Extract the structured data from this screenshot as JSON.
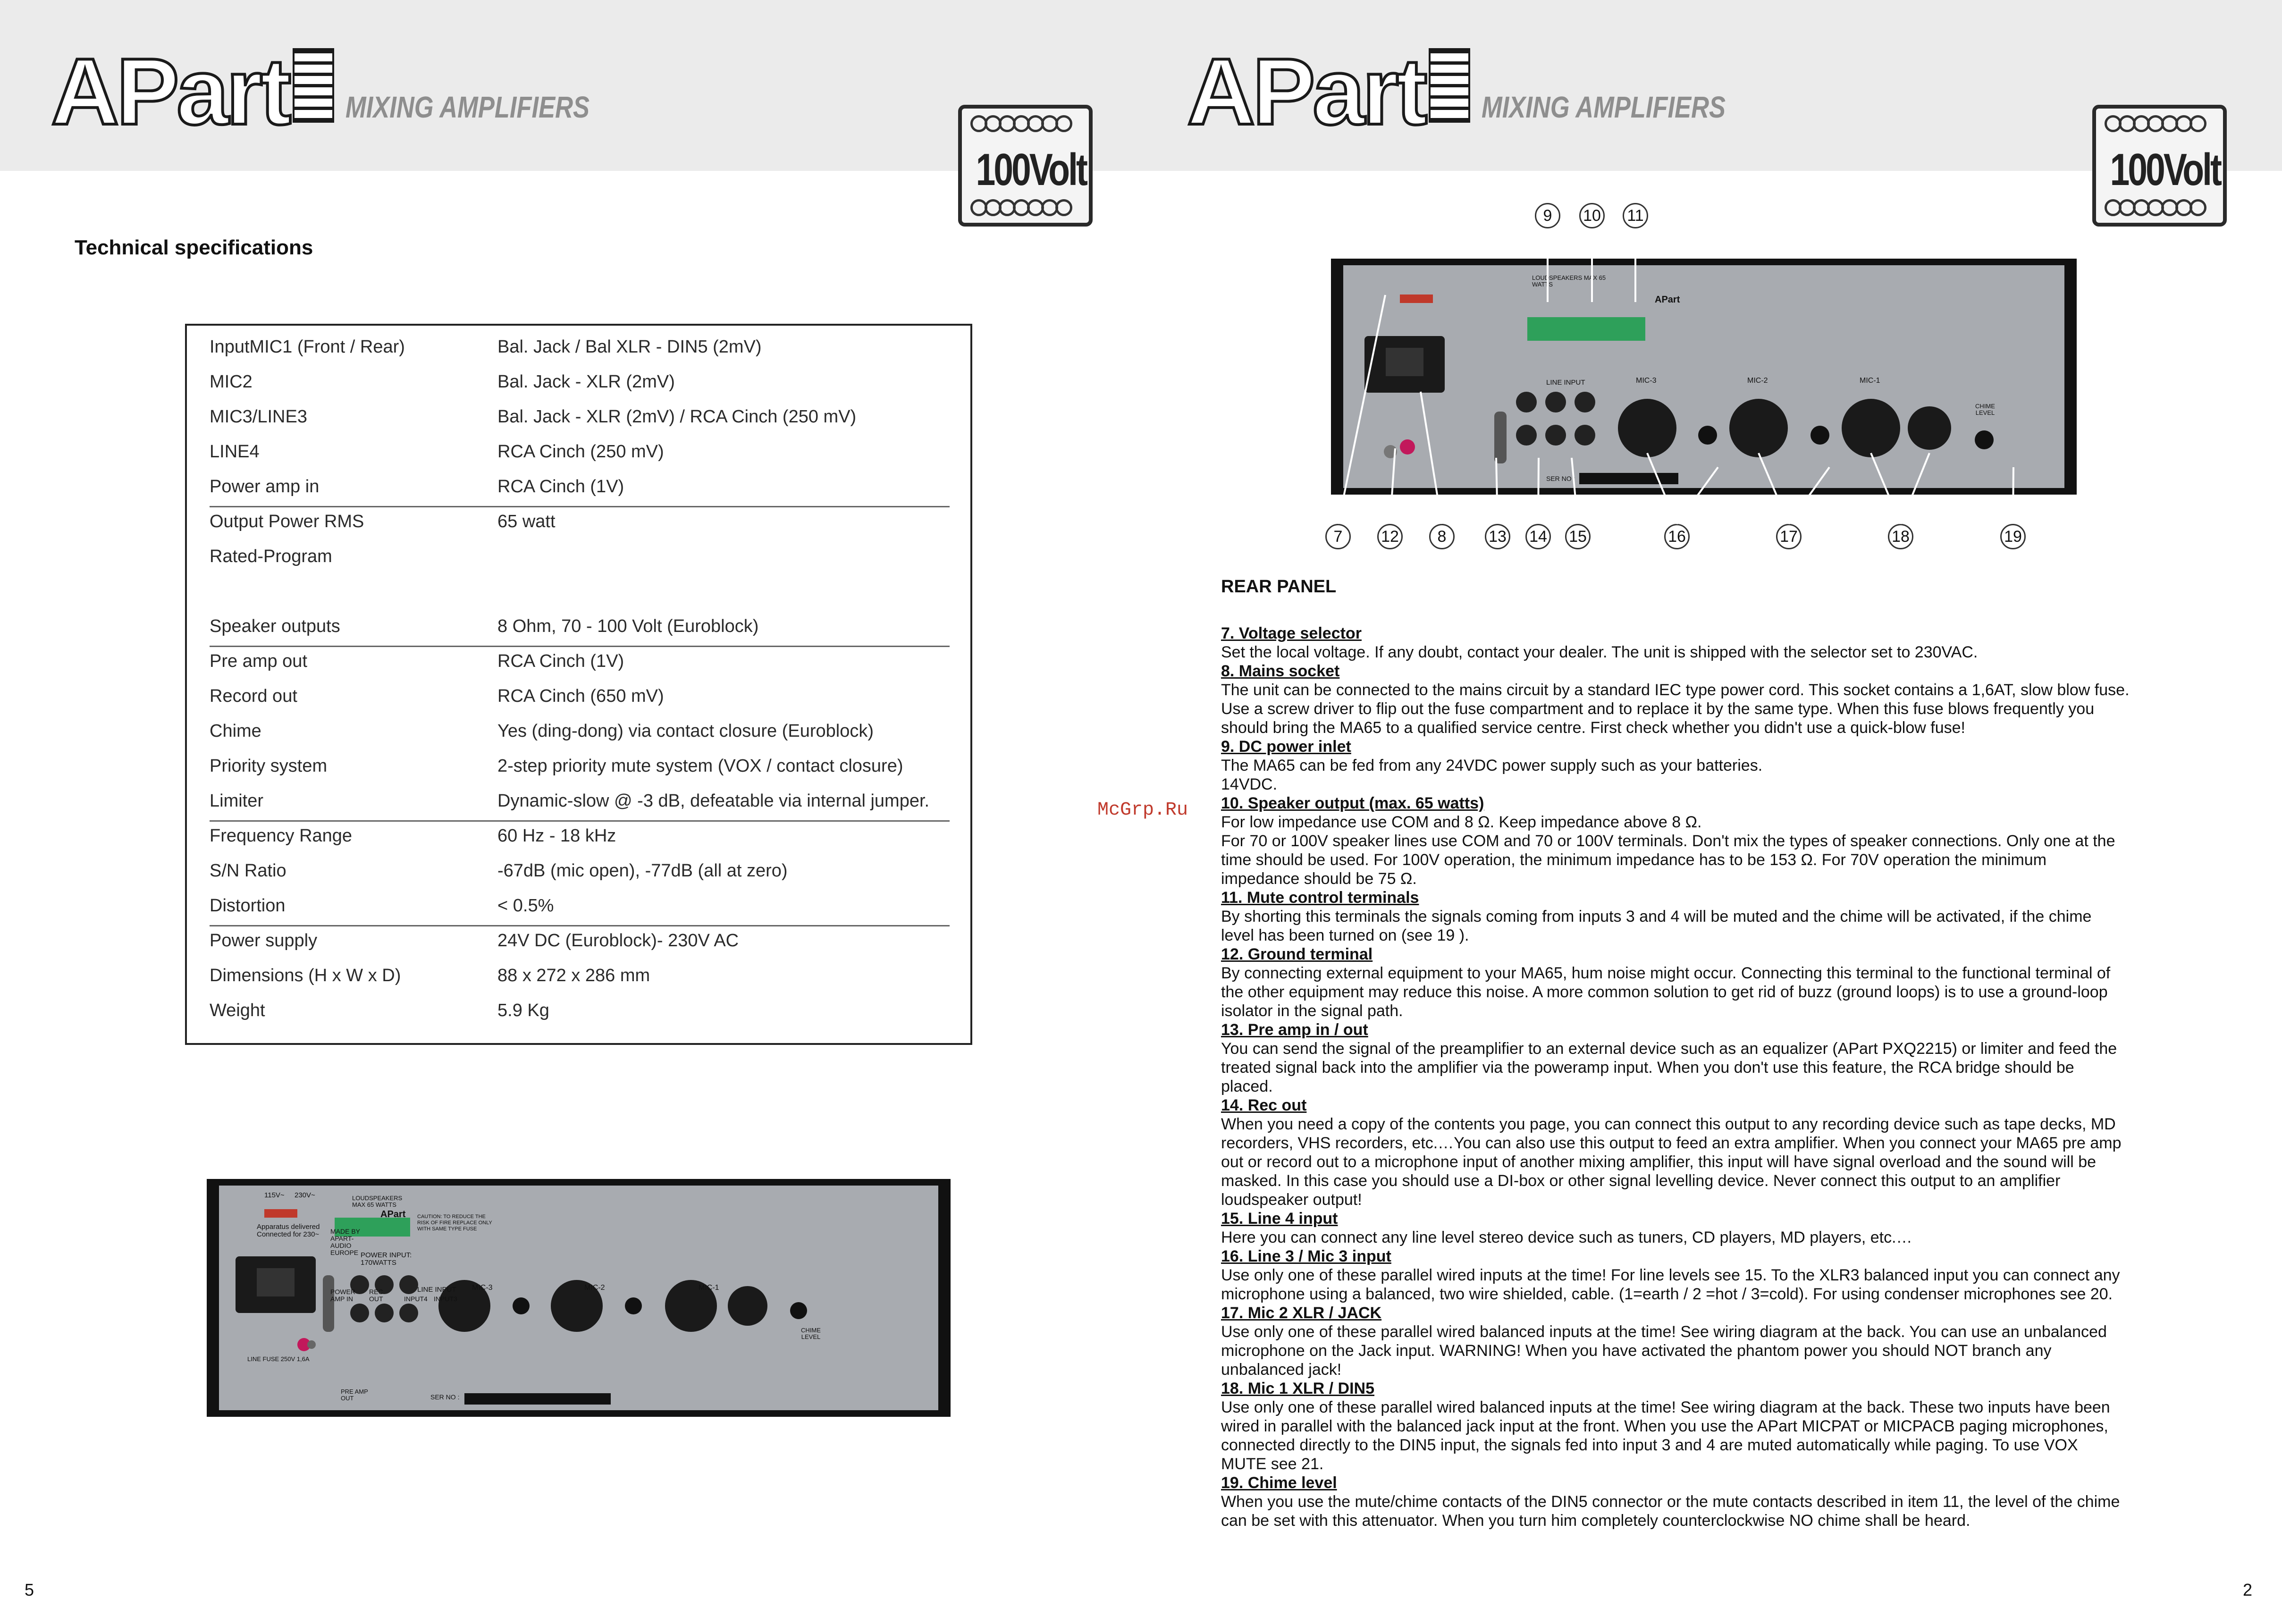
{
  "header": {
    "left_logo": "APart",
    "right_logo": "APart",
    "left_subtitle": "MIXING AMPLIFIERS",
    "right_subtitle": "MIXING AMPLIFIERS",
    "badge_text": "100Volt"
  },
  "left_page": {
    "heading": "Technical specifications",
    "specs": [
      {
        "label": "InputMIC1 (Front / Rear)",
        "value": "Bal. Jack / Bal XLR - DIN5 (2mV)"
      },
      {
        "label": "MIC2",
        "value": "Bal. Jack - XLR (2mV)"
      },
      {
        "label": "MIC3/LINE3",
        "value": "Bal. Jack - XLR (2mV) / RCA Cinch (250 mV)"
      },
      {
        "label": "LINE4",
        "value": "RCA Cinch (250 mV)"
      },
      {
        "label": "Power amp in",
        "value": "RCA Cinch (1V)"
      },
      {
        "label": "Output Power RMS",
        "value": "65 watt"
      },
      {
        "label": "Rated-Program",
        "value": ""
      },
      {
        "label": "Speaker outputs",
        "value": "8 Ohm, 70 - 100 Volt (Euroblock)"
      },
      {
        "label": "Pre amp out",
        "value": "RCA Cinch (1V)"
      },
      {
        "label": "Record out",
        "value": "RCA Cinch (650 mV)"
      },
      {
        "label": "Chime",
        "value": "Yes (ding-dong) via contact closure (Euroblock)"
      },
      {
        "label": "Priority system",
        "value": "2-step priority mute system (VOX / contact closure)"
      },
      {
        "label": "Limiter",
        "value": "Dynamic-slow @ -3 dB, defeatable via internal jumper."
      },
      {
        "label": "Frequency Range",
        "value": "60 Hz - 18 kHz"
      },
      {
        "label": "S/N Ratio",
        "value": "-67dB (mic open), -77dB (all at zero)"
      },
      {
        "label": "Distortion",
        "value": "< 0.5%"
      },
      {
        "label": "Power supply",
        "value": "24V DC (Euroblock)- 230V AC"
      },
      {
        "label": "Dimensions (H x W x D)",
        "value": "88 x 272 x 286 mm"
      },
      {
        "label": "Weight",
        "value": "5.9 Kg"
      }
    ],
    "page_number": "5"
  },
  "panel_labels": {
    "mic1": "MIC-1",
    "mic2": "MIC-2",
    "mic3": "MIC-3",
    "chime_level": "CHIME LEVEL",
    "power_amp_in": "POWER AMP IN",
    "rec_out": "REC OUT",
    "line_input": "LINE INPUT",
    "input4": "INPUT4",
    "input3": "INPUT3",
    "pre_amp_out": "PRE AMP OUT",
    "power_input": "POWER INPUT: 170WATTS",
    "made_by": "MADE BY APART-AUDIO EUROPE",
    "voltage_115": "115V~",
    "voltage_230": "230V~",
    "apparatus": "Apparatus delivered Connected for 230~",
    "loudspeakers": "LOUDSPEAKERS MAX 65 WATTS",
    "caution": "CAUTION: TO REDUCE THE RISK OF FIRE REPLACE ONLY WITH SAME TYPE FUSE",
    "line_fuse": "LINE FUSE 250V 1,6A",
    "ser_no": "SER NO :",
    "brand": "APart"
  },
  "right_page": {
    "callouts": [
      "9",
      "10",
      "11",
      "7",
      "12",
      "8",
      "13",
      "14",
      "15",
      "16",
      "17",
      "18",
      "19"
    ],
    "heading": "REAR PANEL",
    "watermark": "McGrp.Ru",
    "items": [
      {
        "title": "7.   Voltage selector",
        "body": "Set the local voltage.  If any doubt, contact your dealer.  The unit is shipped with the selector set to 230VAC."
      },
      {
        "title": "8.  Mains socket",
        "body": "The unit can be connected to the mains circuit by a standard IEC type power cord.  This socket contains a 1,6AT, slow blow fuse.\nUse a screw driver to flip out the fuse compartment and to replace it by the same type.  When this fuse blows frequently you\nshould bring the MA65 to a qualified service centre.  First check whether you didn't use a quick-blow fuse!"
      },
      {
        "title": "9.   DC power inlet",
        "body": "The MA65 can be fed from any 24VDC power supply such as your batteries.\n14VDC."
      },
      {
        "title": "10. Speaker output (max. 65 watts)",
        "body": "For low impedance use COM and 8 Ω.  Keep impedance above 8 Ω.\nFor 70 or 100V speaker lines use COM and 70 or 100V terminals.  Don't mix the types of speaker connections.  Only one at the\ntime should be used.    For 100V operation, the minimum impedance has to be 153 Ω.  For 70V operation the minimum\nimpedance should be 75 Ω."
      },
      {
        "title": "11. Mute control terminals",
        "body": "By shorting this terminals the signals coming from inputs 3 and 4 will be muted and the chime will be activated, if the chime\nlevel has been turned on (see 19 )."
      },
      {
        "title": "12. Ground terminal",
        "body": "By connecting external equipment to your MA65, hum noise might occur.  Connecting this terminal to the functional terminal of\nthe other equipment may reduce this noise.  A more common solution to get rid of buzz (ground loops) is to use a ground-loop\nisolator in the signal path."
      },
      {
        "title": "13. Pre amp in / out",
        "body": "You can send the signal of the preamplifier to an external device such as an equalizer (APart PXQ2215) or limiter and feed the\ntreated signal back into the amplifier via the poweramp input.  When you don't use this feature, the RCA bridge should be\nplaced."
      },
      {
        "title": "14. Rec out",
        "body": "When you need a copy of the contents you page, you can connect this output to any recording device such as tape decks, MD\nrecorders, VHS recorders, etc.…You can also use this output to feed an extra amplifier.  When you connect your MA65 pre amp\nout or record out to a microphone input of another mixing amplifier, this input will have signal overload and the sound will be\nmasked.  In this case you should use a DI-box or other signal levelling device.  Never connect this output to an amplifier\nloudspeaker output!"
      },
      {
        "title": "15. Line 4 input",
        "body": "Here you can connect any line level stereo device such as tuners, CD players, MD players, etc.…"
      },
      {
        "title": "16. Line 3 / Mic 3 input",
        "body": "Use only one of these parallel wired inputs at the time! For line levels see 15.  To the XLR3 balanced input you can connect any\nmicrophone using a balanced, two wire shielded, cable. (1=earth / 2 =hot / 3=cold).  For using condenser microphones see 20."
      },
      {
        "title": "17. Mic 2 XLR / JACK",
        "body": "Use only one of these parallel wired balanced inputs at the time!  See wiring diagram at the back.  You can use an unbalanced\nmicrophone on the Jack input.  WARNING!  When you have activated the phantom power you should NOT branch any\nunbalanced jack!"
      },
      {
        "title": "18. Mic 1 XLR / DIN5",
        "body": "Use only one of these parallel wired balanced inputs at the time!  See wiring diagram at the back.  These two inputs have been\nwired in parallel with the balanced jack input at the front.  When you use the APart MICPAT or MICPACB paging microphones,\nconnected directly to the DIN5 input, the signals fed into input 3 and 4 are muted automatically while paging.  To use VOX\nMUTE see 21."
      },
      {
        "title": "19. Chime level",
        "body": "When you use the mute/chime contacts of the DIN5 connector or the mute contacts described in item 11, the level of the chime\ncan be set with this attenuator.  When you turn him completely counterclockwise NO chime shall be heard."
      }
    ],
    "page_number": "2"
  }
}
